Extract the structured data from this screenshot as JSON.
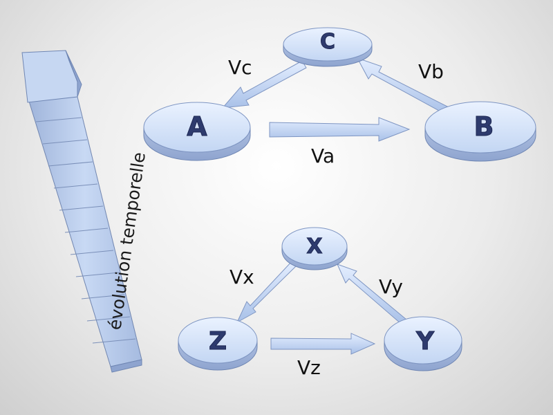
{
  "timeline": {
    "label": "évolution temporelle"
  },
  "diagram_top": {
    "nodes": {
      "a": "A",
      "b": "B",
      "c": "C"
    },
    "edges": {
      "a_to_b": "Va",
      "b_to_c": "Vb",
      "c_to_a": "Vc"
    }
  },
  "diagram_bottom": {
    "nodes": {
      "x": "X",
      "y": "Y",
      "z": "Z"
    },
    "edges": {
      "z_to_y": "Vz",
      "y_to_x": "Vy",
      "x_to_z": "Vx"
    }
  },
  "colors": {
    "node_fill": "#c9dbf5",
    "node_side": "#9fb6dd",
    "arrow_fill": "#c2d6f2",
    "letter": "#2e3b6e"
  }
}
